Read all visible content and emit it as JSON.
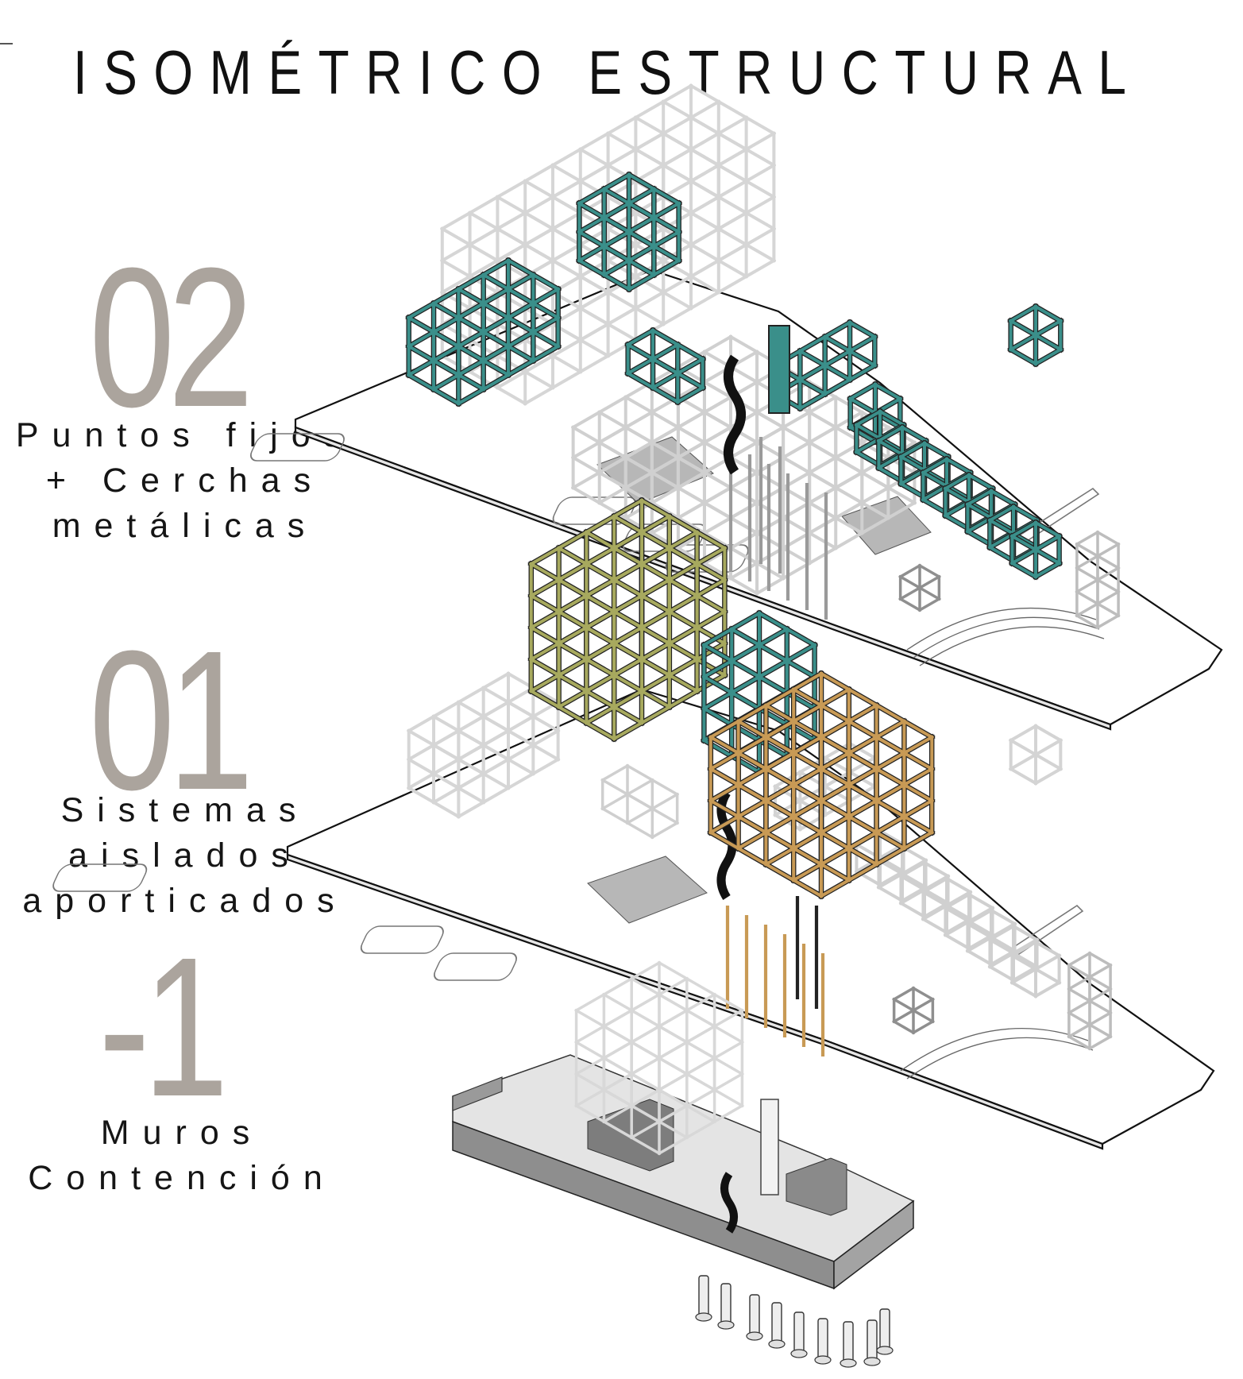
{
  "title": "ISOMÉTRICO ESTRUCTURAL",
  "colors": {
    "number_gray": "#aba49d",
    "teal_truss": "#3a8f8a",
    "olive_frame": "#a7a95e",
    "orange_frame": "#c89a55",
    "frame_gray": "#cfcfcf",
    "retaining_wall": "#8e8e8e"
  },
  "levels": [
    {
      "number": "02",
      "caption_lines": [
        "Puntos fijos",
        "+ Cerchas",
        "metálicas"
      ]
    },
    {
      "number": "01",
      "caption_lines": [
        "Sistemas",
        "aislados",
        "aporticados"
      ]
    },
    {
      "number": "-1",
      "caption_lines": [
        "Muros",
        "Contención"
      ]
    }
  ]
}
